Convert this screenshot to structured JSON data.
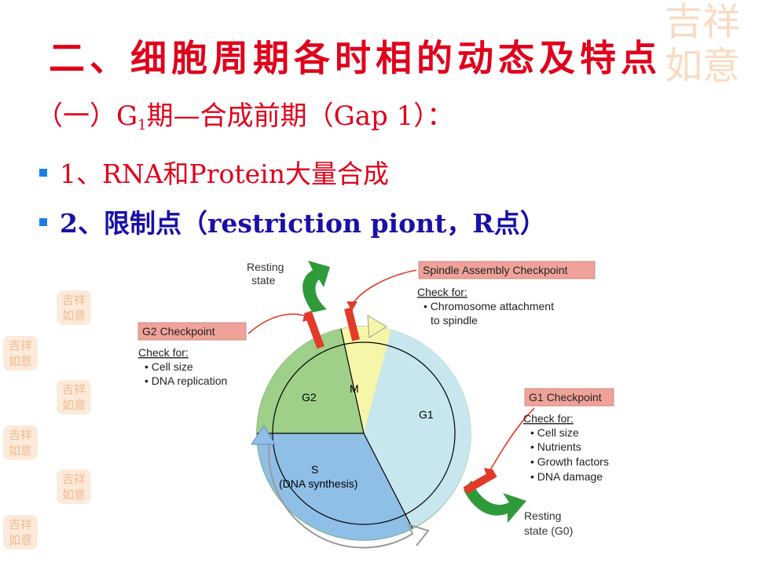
{
  "slide": {
    "title": "二、细胞周期各时相的动态及特点",
    "subtitle": {
      "prefix": "（一）G",
      "sub": "1",
      "suffix": "期—合成前期（Gap 1）："
    },
    "bullets": [
      "1、RNA和Protein大量合成",
      "2、限制点（restriction piont，R点）"
    ],
    "seal_text": "吉祥如意"
  },
  "diagram": {
    "phases": {
      "g2": "G2",
      "m": "M",
      "g1": "G1",
      "s": "S",
      "s_sub": "(DNA synthesis)"
    },
    "resting_top": [
      "Resting",
      "state"
    ],
    "resting_bottom": [
      "Resting",
      "state (G0)"
    ],
    "g2_checkpoint": {
      "title": "G2 Checkpoint",
      "check_for": "Check for:",
      "items": [
        "• Cell size",
        "• DNA replication"
      ]
    },
    "spindle_checkpoint": {
      "title": "Spindle Assembly Checkpoint",
      "check_for": "Check for:",
      "items": [
        "• Chromosome attachment",
        "to spindle"
      ]
    },
    "g1_checkpoint": {
      "title": "G1 Checkpoint",
      "check_for": "Check for:",
      "items": [
        "• Cell size",
        "• Nutrients",
        "• Growth factors",
        "• DNA damage"
      ]
    },
    "colors": {
      "g2": "#9ed08a",
      "m": "#f6f6a8",
      "g1": "#c7e6ee",
      "s": "#8fbfe6",
      "checkpoint_box": "#f0a29a",
      "checkpoint_bar": "#e23b2a",
      "arrow_green": "#2f9a3a"
    }
  }
}
